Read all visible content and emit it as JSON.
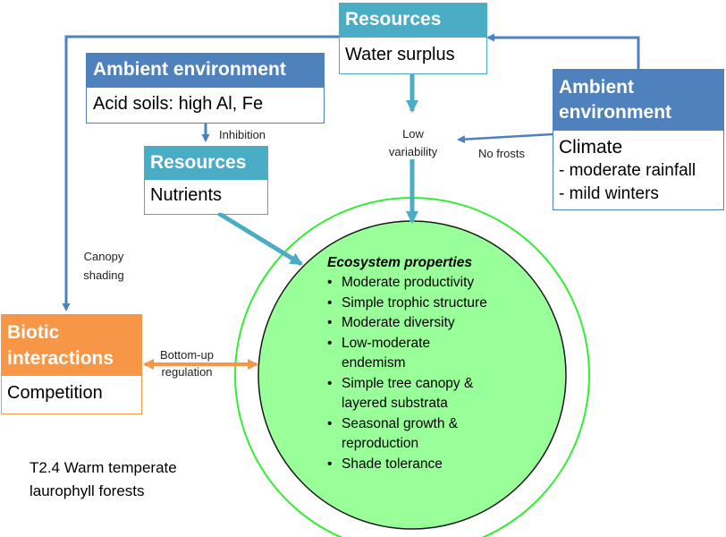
{
  "colors": {
    "resources": "#4bacc6",
    "ambient": "#4f81bd",
    "biotic": "#f79646",
    "ecosystem_fill": "#99ff99",
    "ecosystem_ring": "#33cc33",
    "arrow_blue": "#4f81bd",
    "arrow_teal": "#4bacc6",
    "arrow_orange": "#f79646"
  },
  "nodes": {
    "resources_water": {
      "header": "Resources",
      "body": "Water surplus"
    },
    "ambient_soils": {
      "header": "Ambient environment",
      "body": "Acid soils: high Al, Fe"
    },
    "resources_nutrients": {
      "header": "Resources",
      "body": "Nutrients"
    },
    "ambient_climate": {
      "header_line1": "Ambient",
      "header_line2": "environment",
      "body_line1": "Climate",
      "body_line2": "- moderate rainfall",
      "body_line3": "- mild winters"
    },
    "biotic": {
      "header_line1": "Biotic",
      "header_line2": "interactions",
      "body": "Competition"
    }
  },
  "edge_labels": {
    "inhibition": "Inhibition",
    "low_variability_1": "Low",
    "low_variability_2": "variability",
    "no_frosts": "No frosts",
    "canopy_1": "Canopy",
    "canopy_2": "shading",
    "bottom_up_1": "Bottom-up",
    "bottom_up_2": "regulation"
  },
  "ecosystem": {
    "title": "Ecosystem properties",
    "items": [
      "Moderate productivity",
      "Simple trophic structure",
      "Moderate diversity",
      "Low-moderate",
      "endemism",
      "Simple tree canopy &",
      "layered substrata",
      "Seasonal growth &",
      "reproduction",
      "Shade tolerance"
    ]
  },
  "caption": {
    "line1": "T2.4 Warm temperate",
    "line2": "laurophyll forests"
  }
}
